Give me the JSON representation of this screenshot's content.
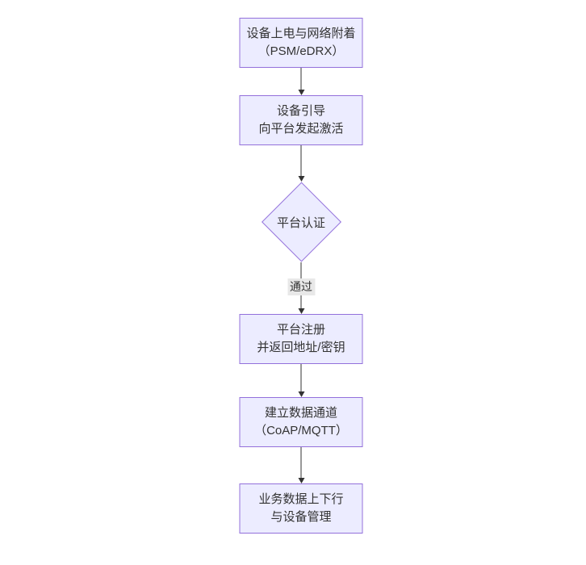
{
  "diagram": {
    "type": "flowchart",
    "direction": "top-down",
    "colors": {
      "bg": "#ffffff",
      "node_fill": "#ECECFF",
      "node_border": "#9370DB",
      "text_color": "#333333",
      "edge_color": "#333333",
      "edge_label_bg": "#e8e8e8"
    },
    "nodes": [
      {
        "id": "power-network-attach",
        "shape": "rect",
        "lines": [
          "设备上电与网络附着",
          "（PSM/eDRX）"
        ]
      },
      {
        "id": "device-bootstrap",
        "shape": "rect",
        "lines": [
          "设备引导",
          "向平台发起激活"
        ]
      },
      {
        "id": "platform-auth",
        "shape": "diamond",
        "lines": [
          "平台认证"
        ]
      },
      {
        "id": "platform-register",
        "shape": "rect",
        "lines": [
          "平台注册",
          "并返回地址/密钥"
        ]
      },
      {
        "id": "data-channel",
        "shape": "rect",
        "lines": [
          "建立数据通道",
          "（CoAP/MQTT）"
        ]
      },
      {
        "id": "business-data",
        "shape": "rect",
        "lines": [
          "业务数据上下行",
          "与设备管理"
        ]
      }
    ],
    "edges": [
      {
        "from": "power-network-attach",
        "to": "device-bootstrap",
        "label": ""
      },
      {
        "from": "device-bootstrap",
        "to": "platform-auth",
        "label": ""
      },
      {
        "from": "platform-auth",
        "to": "platform-register",
        "label": "通过"
      },
      {
        "from": "platform-register",
        "to": "data-channel",
        "label": ""
      },
      {
        "from": "data-channel",
        "to": "business-data",
        "label": ""
      }
    ]
  }
}
